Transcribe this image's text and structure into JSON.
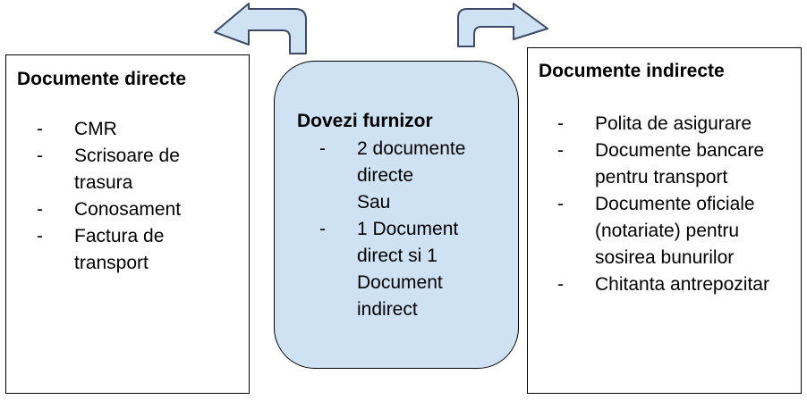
{
  "colors": {
    "center_fill": "#cfe2f3",
    "border": "#000000",
    "arrow_fill": "#cfe2f3",
    "arrow_stroke": "#3c4a63"
  },
  "left_box": {
    "title": "Documente directe",
    "items": [
      "CMR",
      "Scrisoare de trasura",
      "Conosament",
      "Factura de transport"
    ]
  },
  "center_box": {
    "title": "Dovezi furnizor",
    "items": [
      "2 documente directe\nSau",
      "1 Document direct si 1 Document indirect"
    ]
  },
  "right_box": {
    "title": "Documente indirecte",
    "items": [
      "Polita de asigurare",
      "Documente bancare pentru transport",
      "Documente oficiale (notariate) pentru sosirea bunurilor",
      "Chitanta antrepozitar"
    ]
  },
  "arrows": {
    "left_icon": "curved-arrow-left-icon",
    "right_icon": "curved-arrow-right-icon"
  }
}
